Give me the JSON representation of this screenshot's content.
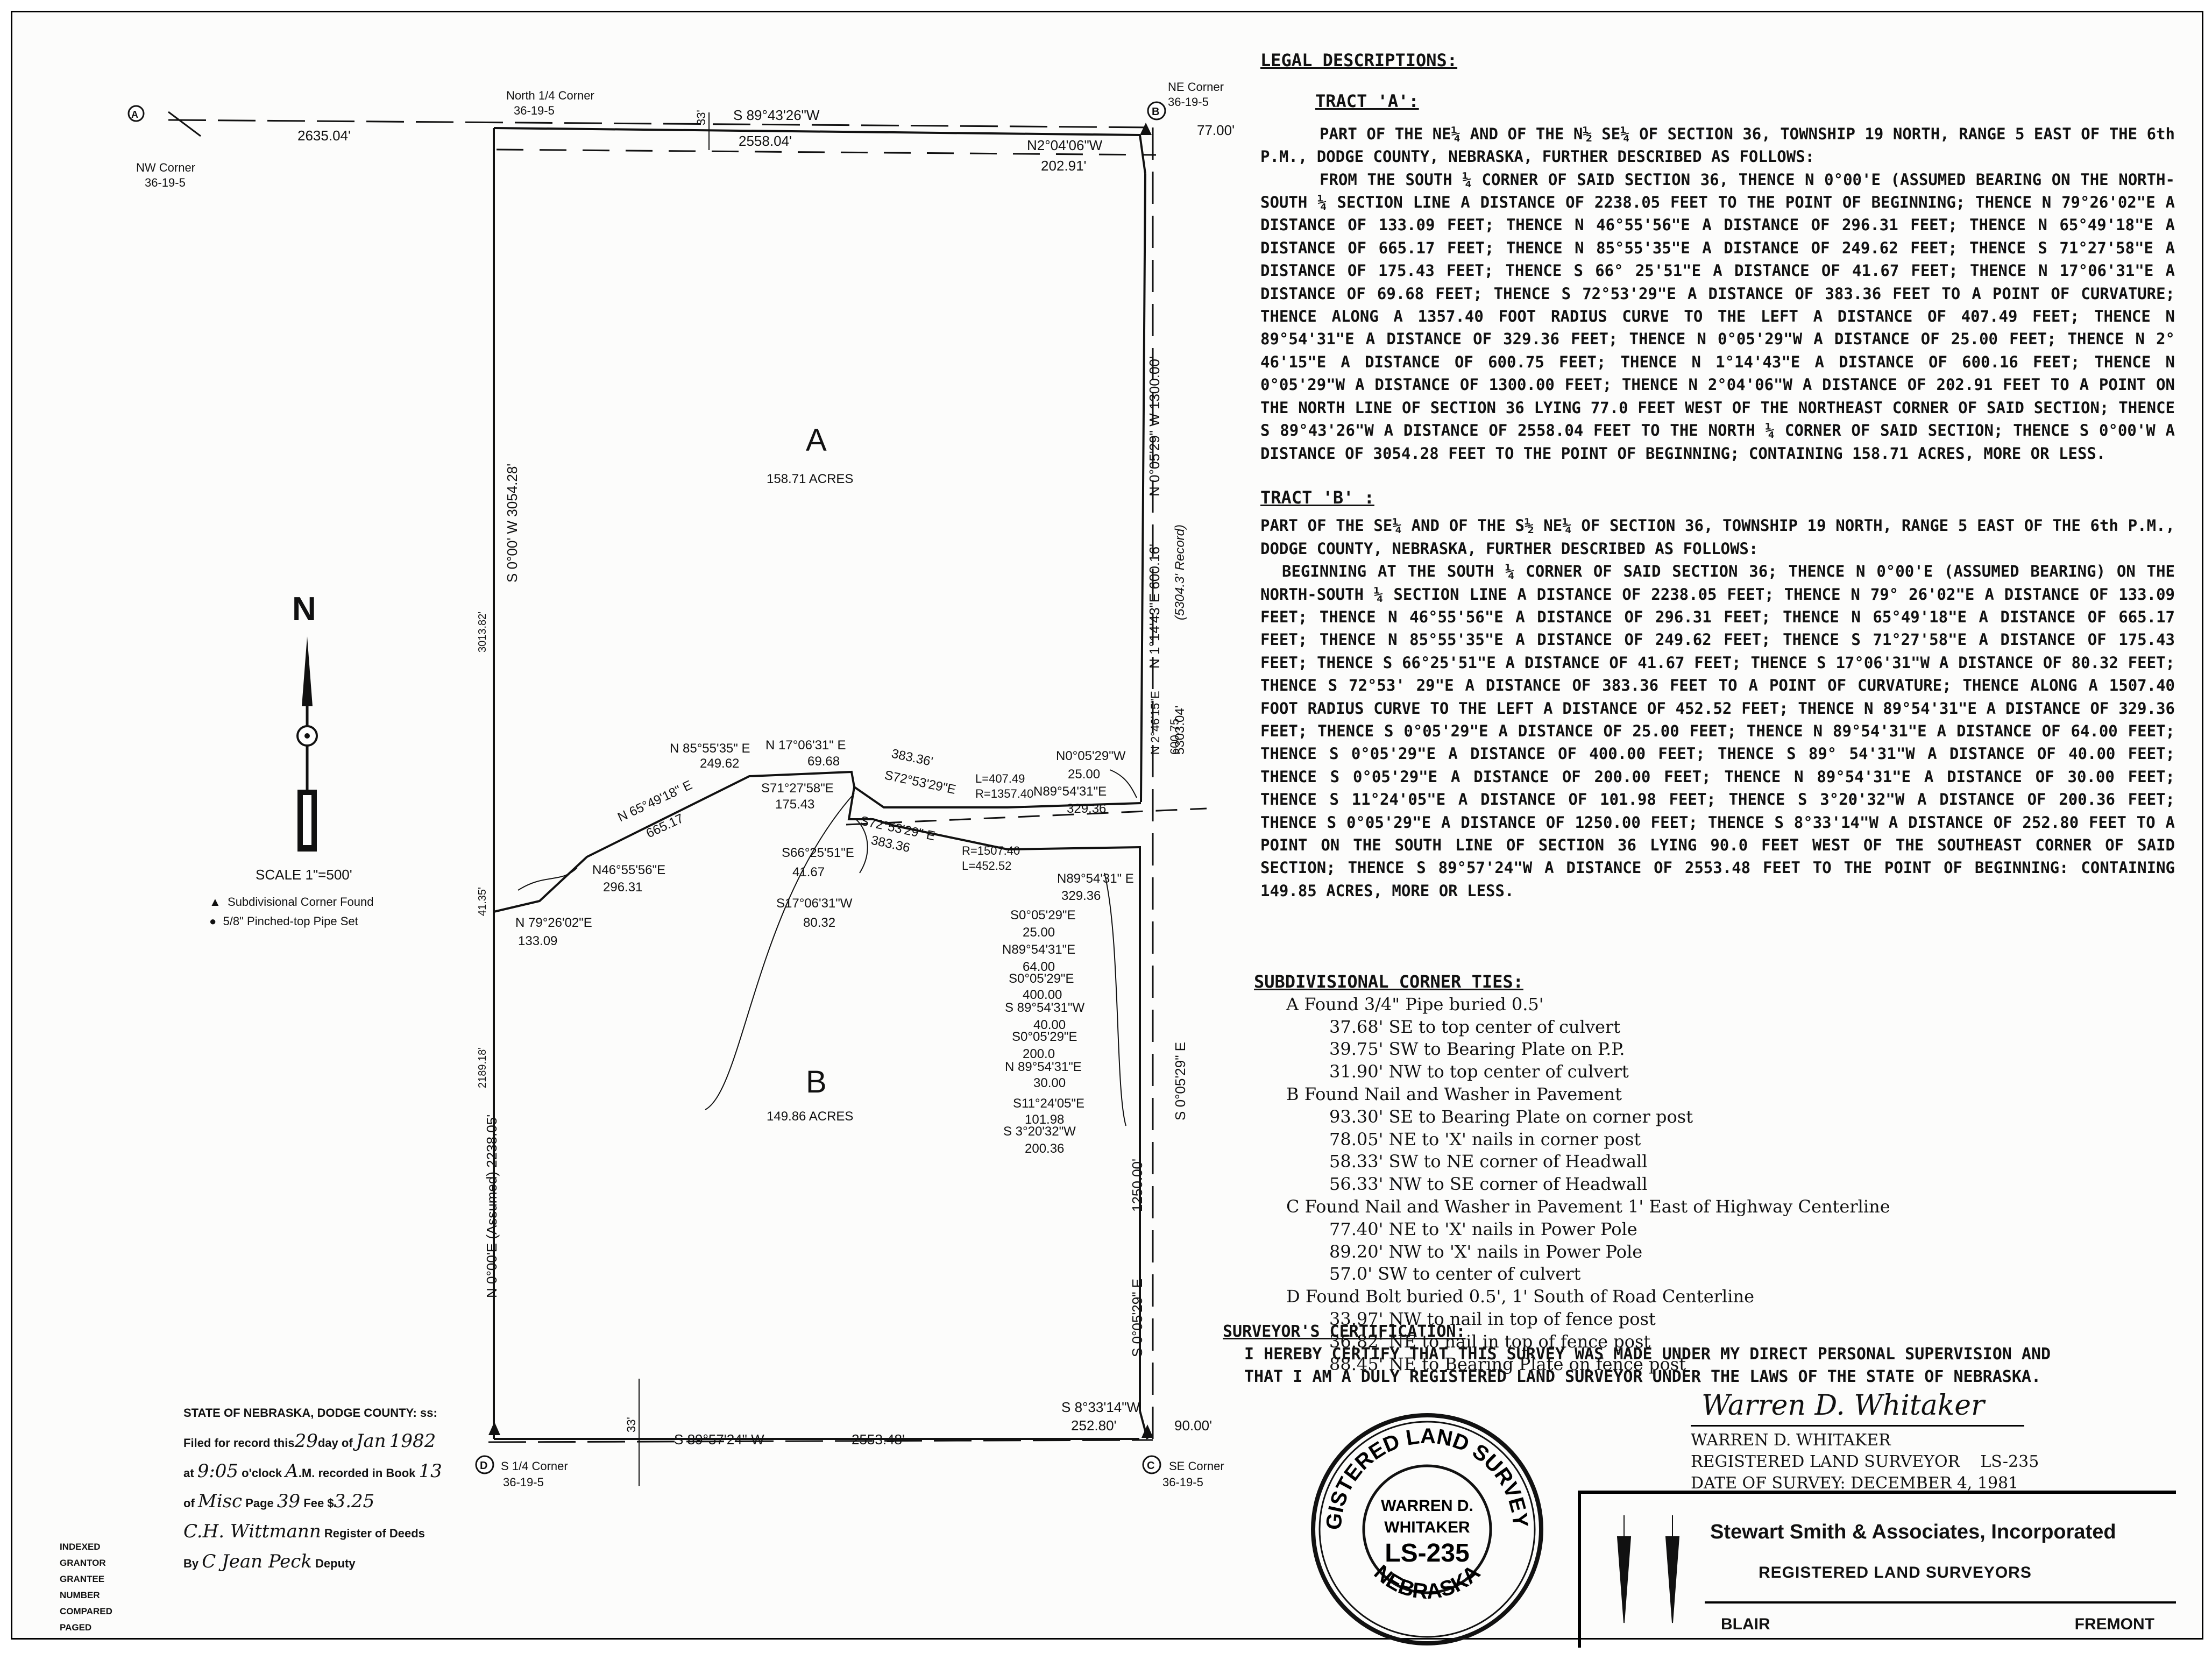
{
  "plat": {
    "corners": {
      "a_marker": "A",
      "a_name": "NW Corner",
      "a_sec": "36-19-5",
      "n14_name": "North 1/4 Corner",
      "n14_sec": "36-19-5",
      "b_marker": "B",
      "b_name": "NE Corner",
      "b_sec": "36-19-5",
      "d_marker": "D",
      "d_name": "S 1/4 Corner",
      "d_sec": "36-19-5",
      "c_marker": "C",
      "c_name": "SE Corner",
      "c_sec": "36-19-5"
    },
    "dims": {
      "nw_west": "2635.04'",
      "north_bearing": "S 89°43'26\"W",
      "north_dist": "2558.04'",
      "north_33": "33'",
      "ne_77": "77.00'",
      "ne_small_bearing": "N2°04'06\"W",
      "ne_small_dist": "202.91'",
      "east_top": "N 0°05'29\" W   1300.00'",
      "east_mid": "N 1°14'43\"E  600.16'",
      "east_record": "(5304.3' Record)",
      "east_low1": "N 2°46'15\"E",
      "east_low1_d": "600.75",
      "east_total": "5303.04'",
      "west_top": "S 0°00' W   3054.28'",
      "west_top_alt": "3013.82'",
      "west_small": "41.35'",
      "west_low": "N 0°00'E (Assumed)   2238.05'",
      "west_low_alt": "2189.18'",
      "south_bearing": "S 89°57'24\" W",
      "south_dist": "2553.48'",
      "south_33": "33'",
      "se_90": "90.00'",
      "se_bearing": "S 8°33'14\"W",
      "se_dist": "252.80'",
      "east_s_top": "S 0°05'29\" E",
      "east_s_mid": "1250.00'",
      "east_s_low": "S 0°05'29\" E"
    },
    "tracts": {
      "a_letter": "A",
      "a_acres": "158.71 ACRES",
      "b_letter": "B",
      "b_acres": "149.86 ACRES"
    },
    "courses": {
      "c1_b": "N 79°26'02\"E",
      "c1_d": "133.09",
      "c2_b": "N46°55'56\"E",
      "c2_d": "296.31",
      "c3_b": "N 65°49'18\" E",
      "c3_d": "665.17",
      "c4_b": "N 85°55'35\" E",
      "c4_d": "249.62",
      "c5_b": "N 17°06'31\" E",
      "c5_d": "69.68",
      "c6_b": "S71°27'58\"E",
      "c6_d": "175.43",
      "c7_b": "S66°25'51\"E",
      "c7_d": "41.67",
      "c8_b": "S17°06'31\"W",
      "c8_d": "80.32",
      "c9_b": "S72°53'29\"E",
      "c9_d": "383.36'",
      "c10_b": "S72°53'29\" E",
      "c10_d": "383.36",
      "curve_a": "L=407.49",
      "curve_a2": "R=1357.40",
      "curve_b": "R=1507.40",
      "curve_b2": "L=452.52",
      "n0_b": "N0°05'29\"W",
      "n0_d": "25.00",
      "n89_b": "N89°54'31\"E",
      "n89_d": "329.36",
      "b1_b": "N89°54'31\" E",
      "b1_d": "329.36",
      "b2_b": "S0°05'29\"E",
      "b2_d": "25.00",
      "b3_b": "N89°54'31\"E",
      "b3_d": "64.00",
      "b4_b": "S0°05'29\"E",
      "b4_d": "400.00",
      "b5_b": "S 89°54'31\"W",
      "b5_d": "40.00",
      "b6_b": "S0°05'29\"E",
      "b6_d": "200.0",
      "b7_b": "N 89°54'31\"E",
      "b7_d": "30.00",
      "b8_b": "S11°24'05\"E",
      "b8_d": "101.98",
      "b9_b": "S 3°20'32\"W",
      "b9_d": "200.36"
    },
    "north_letter": "N",
    "scale": "SCALE  1\"=500'",
    "legend1": "Subdivisional Corner Found",
    "legend2": "5/8\" Pinched-top Pipe Set"
  },
  "legal": {
    "heading": "LEGAL DESCRIPTIONS:",
    "tract_a_heading": "TRACT 'A':",
    "tract_a_p1": "PART OF THE NE¼ AND OF THE N½ SE¼ OF SECTION 36, TOWNSHIP 19 NORTH, RANGE 5 EAST OF THE 6th P.M., DODGE COUNTY, NEBRASKA, FURTHER DESCRIBED AS FOLLOWS:",
    "tract_a_p2": "FROM THE SOUTH ¼ CORNER OF SAID SECTION 36, THENCE N 0°00'E (ASSUMED BEARING ON THE NORTH-SOUTH ¼ SECTION LINE A DISTANCE OF 2238.05 FEET TO THE POINT OF BEGINNING; THENCE N 79°26'02\"E A DISTANCE OF 133.09 FEET; THENCE N 46°55'56\"E A DISTANCE OF 296.31 FEET; THENCE N 65°49'18\"E A DISTANCE OF 665.17 FEET; THENCE N 85°55'35\"E A DISTANCE OF 249.62 FEET; THENCE S 71°27'58\"E A DISTANCE OF 175.43 FEET; THENCE S 66° 25'51\"E A DISTANCE OF 41.67 FEET; THENCE N 17°06'31\"E A DISTANCE OF 69.68 FEET; THENCE S 72°53'29\"E A DISTANCE OF 383.36 FEET TO A POINT OF CURVATURE; THENCE ALONG A 1357.40 FOOT RADIUS CURVE TO THE LEFT A DISTANCE OF 407.49 FEET; THENCE N 89°54'31\"E A DISTANCE OF 329.36 FEET; THENCE N 0°05'29\"W A DISTANCE OF 25.00 FEET; THENCE N 2° 46'15\"E A DISTANCE OF 600.75 FEET; THENCE N 1°14'43\"E A DISTANCE OF 600.16 FEET; THENCE N 0°05'29\"W A DISTANCE OF 1300.00 FEET; THENCE N 2°04'06\"W A DISTANCE OF 202.91 FEET TO A POINT ON THE NORTH LINE OF SECTION 36 LYING 77.0 FEET WEST OF THE NORTHEAST CORNER OF SAID SECTION; THENCE S 89°43'26\"W A DISTANCE OF 2558.04 FEET TO THE NORTH ¼ CORNER OF SAID SECTION; THENCE S 0°00'W A DISTANCE OF 3054.28 FEET TO THE POINT OF BEGINNING; CONTAINING 158.71 ACRES, MORE OR LESS.",
    "tract_b_heading": "TRACT 'B' :",
    "tract_b_p1": "PART OF THE SE¼ AND OF THE S½ NE¼ OF SECTION 36, TOWNSHIP 19 NORTH, RANGE 5 EAST OF THE 6th P.M., DODGE COUNTY, NEBRASKA, FURTHER DESCRIBED AS FOLLOWS:",
    "tract_b_p2": "BEGINNING AT THE SOUTH ¼ CORNER OF SAID SECTION 36; THENCE N 0°00'E (ASSUMED BEARING) ON THE NORTH-SOUTH ¼ SECTION LINE A DISTANCE OF 2238.05 FEET; THENCE N 79° 26'02\"E A DISTANCE OF 133.09 FEET; THENCE N 46°55'56\"E A DISTANCE OF 296.31 FEET; THENCE N 65°49'18\"E A DISTANCE OF 665.17 FEET; THENCE N 85°55'35\"E A DISTANCE OF 249.62 FEET; THENCE S 71°27'58\"E A DISTANCE OF 175.43 FEET; THENCE S 66°25'51\"E A DISTANCE OF 41.67 FEET; THENCE S 17°06'31\"W A DISTANCE OF 80.32 FEET; THENCE S 72°53' 29\"E A DISTANCE OF 383.36 FEET TO A POINT OF CURVATURE; THENCE ALONG A 1507.40 FOOT RADIUS CURVE TO THE LEFT A DISTANCE OF 452.52 FEET; THENCE N 89°54'31\"E A DISTANCE OF 329.36 FEET; THENCE S 0°05'29\"E A DISTANCE OF 25.00 FEET; THENCE N 89°54'31\"E A DISTANCE OF 64.00 FEET; THENCE S 0°05'29\"E A DISTANCE OF 400.00 FEET; THENCE S 89° 54'31\"W A DISTANCE OF 40.00 FEET; THENCE S 0°05'29\"E A DISTANCE OF 200.00 FEET; THENCE N 89°54'31\"E A DISTANCE OF 30.00 FEET; THENCE S 11°24'05\"E A DISTANCE OF 101.98 FEET; THENCE S 3°20'32\"W A DISTANCE OF 200.36 FEET; THENCE S 0°05'29\"E A DISTANCE OF 1250.00 FEET; THENCE S 8°33'14\"W A DISTANCE OF 252.80 FEET TO A POINT ON THE SOUTH LINE OF SECTION 36 LYING 90.0 FEET WEST OF THE SOUTHEAST CORNER OF SAID SECTION; THENCE S 89°57'24\"W A DISTANCE OF 2553.48 FEET TO THE POINT OF BEGINNING: CONTAINING 149.85 ACRES, MORE OR LESS."
  },
  "ties": {
    "heading": "SUBDIVISIONAL CORNER TIES:",
    "a": "A  Found 3/4\" Pipe buried 0.5'",
    "a1": "37.68' SE to top center of culvert",
    "a2": "39.75' SW to Bearing Plate on P.P.",
    "a3": "31.90' NW to top center of culvert",
    "b": "B  Found Nail and Washer in Pavement",
    "b1": "93.30' SE to Bearing Plate on corner post",
    "b2": "78.05' NE to 'X' nails in corner post",
    "b3": "58.33' SW to NE corner of Headwall",
    "b4": "56.33' NW to SE corner of Headwall",
    "c": "C  Found Nail and Washer in Pavement 1' East of Highway Centerline",
    "c1": "77.40' NE to 'X' nails in Power Pole",
    "c2": "89.20' NW to 'X' nails in Power Pole",
    "c3": "57.0' SW to center of culvert",
    "d": "D  Found Bolt buried 0.5', 1' South of Road Centerline",
    "d1": "33.97' NW to nail in top of fence post",
    "d2": "36.82' NE to nail in top of fence post",
    "d3": "88.45' NE to Bearing Plate on fence post"
  },
  "certification": {
    "heading": "SURVEYOR'S CERTIFICATION:",
    "line1": "I HEREBY CERTIFY THAT THIS SURVEY WAS MADE UNDER MY DIRECT PERSONAL SUPERVISION AND",
    "line2": "THAT I AM A DULY REGISTERED LAND SURVEYOR UNDER THE LAWS OF THE STATE OF NEBRASKA.",
    "signature": "Warren D. Whitaker",
    "name": "WARREN D. WHITAKER",
    "title": "REGISTERED LAND SURVEYOR",
    "license": "LS-235",
    "date_line": "DATE OF SURVEY:  DECEMBER 4, 1981"
  },
  "seal": {
    "ring_top": "REGISTERED LAND SURVEYOR",
    "ring_bottom": "NEBRASKA",
    "name1": "WARREN D.",
    "name2": "WHITAKER",
    "num": "LS-235"
  },
  "firm": {
    "name": "Stewart Smith & Associates, Incorporated",
    "sub": "REGISTERED LAND SURVEYORS",
    "left_city": "BLAIR",
    "right_city": "FREMONT"
  },
  "recording": {
    "state": "STATE OF NEBRASKA, DODGE COUNTY: ss:",
    "filed_pre": "Filed for record this",
    "filed_day": "29",
    "filed_mid": "day of",
    "filed_month": "Jan",
    "filed_year": "1982",
    "at_pre": "at",
    "at_time": "9:05",
    "at_mid": "o'clock",
    "at_ampm": "A",
    "at_post": ".M. recorded in Book",
    "book": "13",
    "of_pre": "of",
    "of_val": "Misc",
    "page_pre": "Page",
    "page_val": "39",
    "fee_pre": "Fee $",
    "fee_val": "3.25",
    "register_sig": "C.H. Wittmann",
    "register_post": "Register of Deeds",
    "by_pre": "By",
    "by_sig": "C Jean Peck",
    "by_post": "Deputy"
  },
  "stamp": {
    "l1": "INDEXED",
    "l2": "GRANTOR",
    "l3": "GRANTEE",
    "l4": "NUMBER",
    "l5": "COMPARED",
    "l6": "PAGED"
  }
}
